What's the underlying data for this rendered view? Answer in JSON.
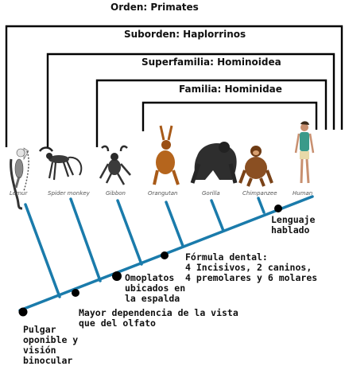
{
  "ranks": {
    "order": "Orden: Primates",
    "suborder": "Suborden: Haplorrinos",
    "superfamily": "Superfamilia: Hominoidea",
    "family": "Familia: Hominidae"
  },
  "species": [
    "Lemur",
    "Spider monkey",
    "Gibbon",
    "Orangutan",
    "Gorilla",
    "Chimpanzee",
    "Human"
  ],
  "traits": {
    "binocular": "Pulgar\noponible y\nvisión\nbinocular",
    "vision": "Mayor dependencia de la vista\nque del olfato",
    "shoulder": "Omoplatos\nubicados en\nla espalda",
    "dental": "Fórmula dental:\n4 Incisivos, 2 caninos,\n4 premolares y 6 molares",
    "language": "Lenguaje\nhablado"
  },
  "colors": {
    "tree": "#1a7bab",
    "bracket": "#000000",
    "node": "#000000",
    "fur_dark": "#3a3a3a",
    "fur_orange": "#b5651d",
    "fur_brown": "#8a4f22",
    "human_skin": "#c89070",
    "human_shirt": "#3a9a8a"
  },
  "icons": [
    "lemur-icon",
    "spider-monkey-icon",
    "gibbon-icon",
    "orangutan-icon",
    "gorilla-icon",
    "chimpanzee-icon",
    "human-icon"
  ]
}
